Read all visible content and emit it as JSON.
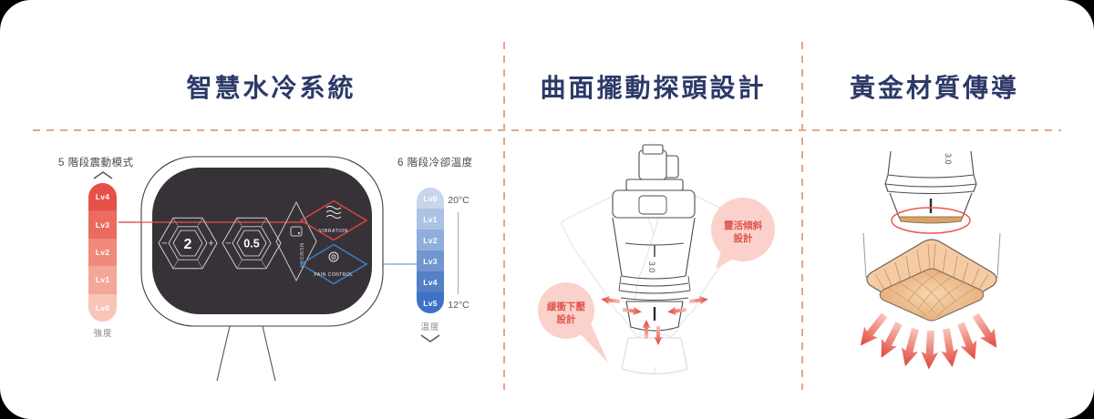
{
  "sections": {
    "cooling": {
      "title": "智慧水冷系統",
      "vibration": {
        "label": "5 階段震動模式",
        "levels": [
          "Lv4",
          "Lv3",
          "Lv2",
          "Lv1",
          "Lv0"
        ],
        "caption": "強度"
      },
      "panel": {
        "knob_time": {
          "minus": "−",
          "value": "2",
          "plus": "+"
        },
        "knob_step": {
          "minus": "−",
          "value": "0.5"
        },
        "memory_label": "MEMORY",
        "vibration_label": "VIBRATION",
        "pain_control_label": "PAIN CONTROL"
      },
      "temperature": {
        "label": "6 階段冷卻溫度",
        "levels": [
          "Lv0",
          "Lv1",
          "Lv2",
          "Lv3",
          "Lv4",
          "Lv5"
        ],
        "max_temp": "20°C",
        "min_temp": "12°C",
        "caption": "溫度"
      }
    },
    "probe": {
      "title": "曲面擺動探頭設計",
      "tilt_bubble": {
        "line1": "靈活傾斜",
        "line2": "設計"
      },
      "press_bubble": {
        "line1": "緩衝下壓",
        "line2": "設計"
      },
      "display_value": "3.0"
    },
    "gold": {
      "title": "黃金材質傳導",
      "display_value": "3.0"
    }
  },
  "colors": {
    "title_navy": "#2D3968",
    "divider_tan": "#DCA98C",
    "accent_red": "#E2514B",
    "accent_blue": "#3F7FC1",
    "bubble_pink": "#FAD2CB",
    "panel_dark": "#373238",
    "gold": "#E9B185"
  }
}
